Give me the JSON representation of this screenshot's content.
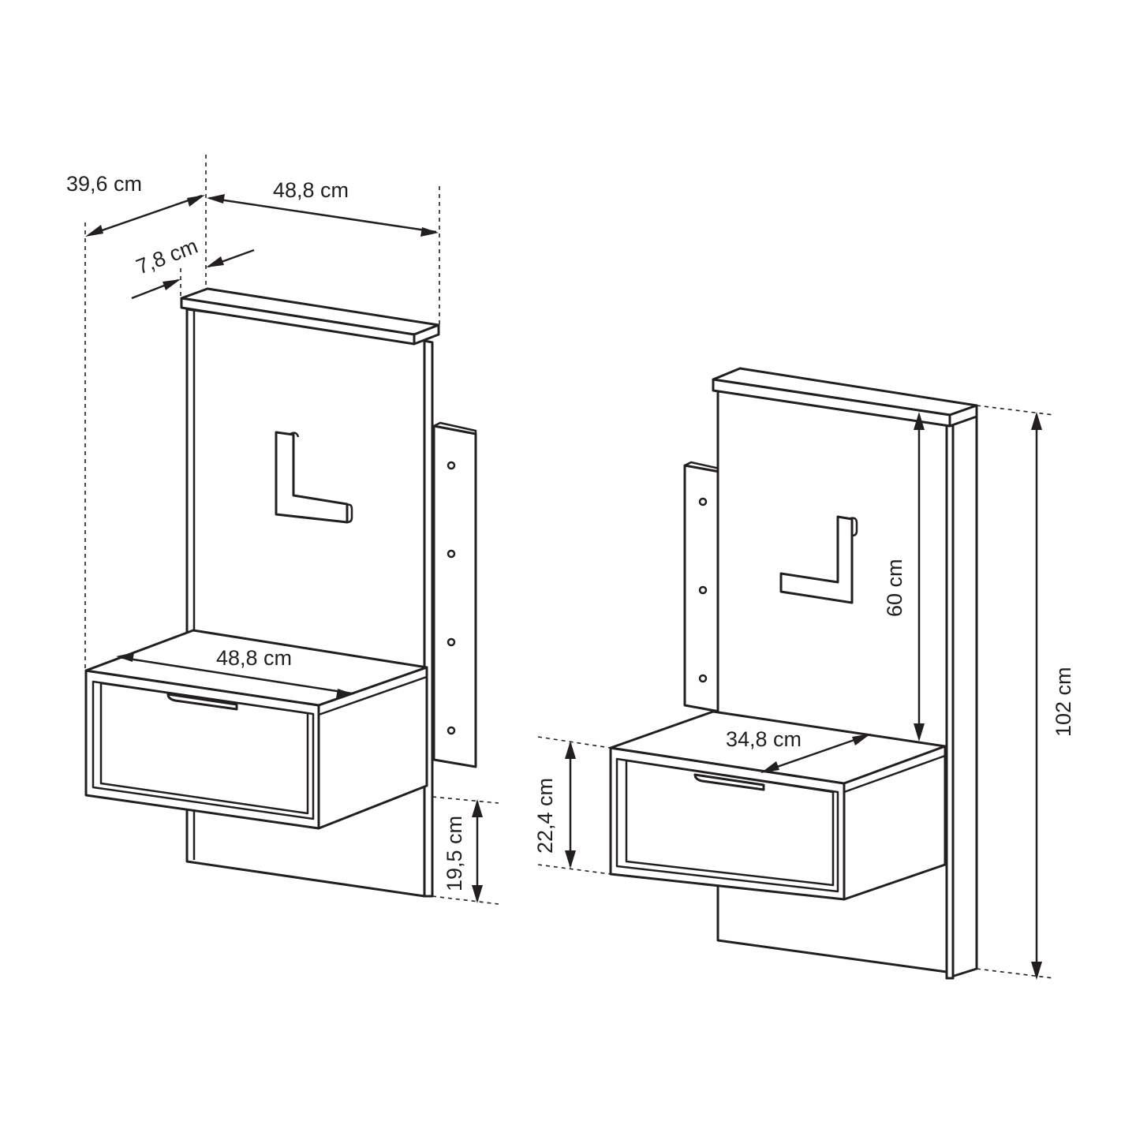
{
  "dimensions": {
    "total_depth": "39,6 cm",
    "top_shelf_width": "48,8 cm",
    "top_shelf_depth": "7,8 cm",
    "drawer_width": "48,8 cm",
    "drawer_gap_height": "19,5 cm",
    "drawer_depth": "34,8 cm",
    "drawer_height": "22,4 cm",
    "panel_height": "60 cm",
    "total_height": "102 cm"
  }
}
